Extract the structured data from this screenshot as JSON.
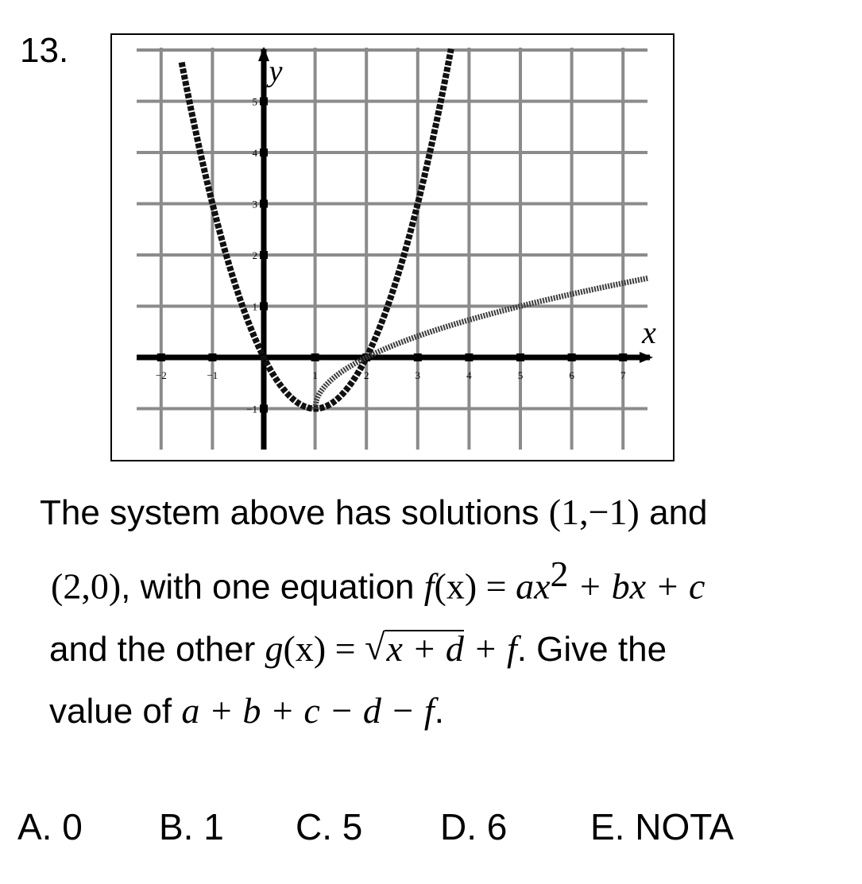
{
  "question": {
    "number": "13.",
    "line1_pre": "The system above has solutions ",
    "point1": "(1,−1)",
    "line1_post": " and",
    "point2": "(2,0)",
    "line2_mid": ", with one equation ",
    "f_left": "f",
    "f_right_upright": "(x) = ",
    "f_a": "ax",
    "f_exp": "2",
    "f_tail": " + bx + c",
    "line3_pre": "and the other ",
    "g_func": "g",
    "g_var": "(x) = ",
    "radicand": "x + d",
    "g_tail": " + f",
    "line3_post": ".  Give the",
    "line4_pre": "value of ",
    "expression": "a + b + c − d − f",
    "line4_post": "."
  },
  "choices": {
    "a": "A. 0",
    "b": "B. 1",
    "c": "C. 5",
    "d": "D. 6",
    "e": "E. NOTA"
  },
  "chart_data": {
    "type": "line",
    "xlabel": "x",
    "ylabel": "y",
    "xlim": [
      -2.5,
      7.5
    ],
    "ylim": [
      -1.75,
      6
    ],
    "x_ticks": [
      "−2",
      "−1",
      "1",
      "2",
      "3",
      "4",
      "5",
      "6",
      "7"
    ],
    "y_ticks": [
      "−1",
      "1",
      "2",
      "3",
      "4",
      "5"
    ],
    "grid": true,
    "series": [
      {
        "style": "solid",
        "x": [
          -1.6,
          -1,
          0,
          1,
          2,
          3,
          3.65
        ],
        "y": [
          5.76,
          3,
          0,
          -1,
          0,
          3,
          5.76
        ]
      },
      {
        "style": "dotted",
        "x": [
          1,
          1.25,
          2,
          3,
          4,
          5,
          6,
          7,
          7.5
        ],
        "y": [
          -1,
          -0.5,
          0,
          0.41,
          0.73,
          1,
          1.24,
          1.45,
          1.55
        ]
      }
    ]
  }
}
